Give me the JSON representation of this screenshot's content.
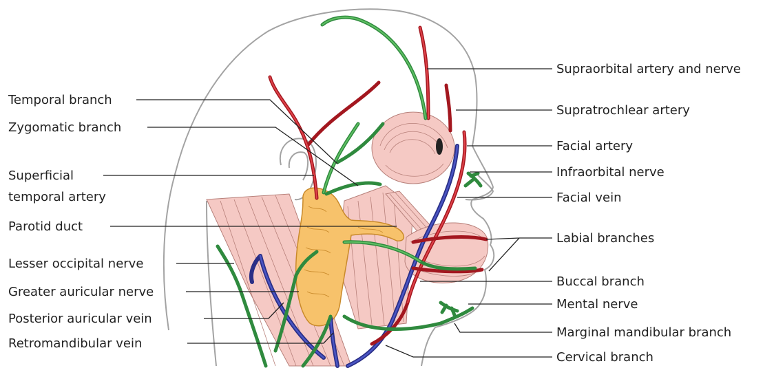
{
  "diagram": {
    "labels_left": [
      {
        "id": "temporal-branch",
        "text": "Temporal branch"
      },
      {
        "id": "zygomatic-branch",
        "text": "Zygomatic branch"
      },
      {
        "id": "superficial-temporal-artery-1",
        "text": "Superficial"
      },
      {
        "id": "superficial-temporal-artery-2",
        "text": "temporal artery"
      },
      {
        "id": "parotid-duct",
        "text": "Parotid duct"
      },
      {
        "id": "lesser-occipital-nerve",
        "text": "Lesser occipital nerve"
      },
      {
        "id": "greater-auricular-nerve",
        "text": "Greater auricular nerve"
      },
      {
        "id": "posterior-auricular-vein",
        "text": "Posterior auricular vein"
      },
      {
        "id": "retromandibular-vein",
        "text": "Retromandibular vein"
      }
    ],
    "labels_right": [
      {
        "id": "supraorbital-artery-and-nerve",
        "text": "Supraorbital artery and nerve"
      },
      {
        "id": "supratrochlear-artery",
        "text": "Supratrochlear artery"
      },
      {
        "id": "facial-artery",
        "text": "Facial artery"
      },
      {
        "id": "infraorbital-nerve",
        "text": "Infraorbital nerve"
      },
      {
        "id": "facial-vein",
        "text": "Facial vein"
      },
      {
        "id": "labial-branches",
        "text": "Labial branches"
      },
      {
        "id": "buccal-branch",
        "text": "Buccal branch"
      },
      {
        "id": "mental-nerve",
        "text": "Mental nerve"
      },
      {
        "id": "marginal-mandibular-branch",
        "text": "Marginal mandibular branch"
      },
      {
        "id": "cervical-branch",
        "text": "Cervical branch"
      }
    ],
    "colors": {
      "nerve": "#2f8a3e",
      "artery": "#a3171f",
      "vein": "#2a2f86",
      "muscle": "#f5c9c4",
      "gland": "#f7c26b",
      "outline": "#a3a3a3"
    }
  }
}
